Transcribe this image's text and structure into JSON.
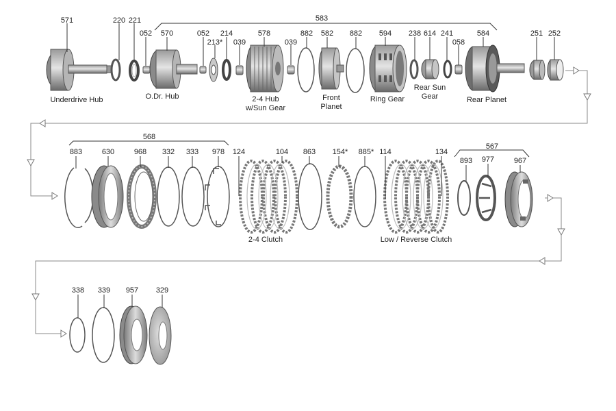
{
  "colors": {
    "metal_light": "#d9d9d9",
    "metal_mid": "#a9a9a9",
    "metal_dark": "#5f5f5f",
    "line": "#444444",
    "flow": "#8a8a8a"
  },
  "row1": {
    "parts": {
      "p571": "571",
      "p220": "220",
      "p221": "221",
      "p052a": "052",
      "p570": "570",
      "p052b": "052",
      "p213": "213*",
      "p214": "214",
      "p039a": "039",
      "p578": "578",
      "p039b": "039",
      "p882a": "882",
      "p582": "582",
      "p882b": "882",
      "p594": "594",
      "p238": "238",
      "p614": "614",
      "p241": "241",
      "p058": "058",
      "p584": "584",
      "p583": "583",
      "p251": "251",
      "p252": "252"
    },
    "captions": {
      "underdrive_hub": "Underdrive Hub",
      "odr_hub": "O.Dr. Hub",
      "hub24_l1": "2-4 Hub",
      "hub24_l2": "w/Sun  Gear",
      "front_l1": "Front",
      "front_l2": "Planet",
      "ring_gear": "Ring Gear",
      "rearsun_l1": "Rear Sun",
      "rearsun_l2": "Gear",
      "rear_planet": "Rear Planet"
    }
  },
  "row2": {
    "parts": {
      "p568": "568",
      "p883": "883",
      "p630": "630",
      "p968": "968",
      "p332": "332",
      "p333": "333",
      "p978": "978",
      "p124": "124",
      "p104": "104",
      "p863": "863",
      "p154": "154*",
      "p885": "885*",
      "p114": "114",
      "p134": "134",
      "p567": "567",
      "p893": "893",
      "p977": "977",
      "p967": "967"
    },
    "captions": {
      "clutch24": "2-4 Clutch",
      "low_reverse": "Low / Reverse  Clutch"
    }
  },
  "row3": {
    "parts": {
      "p338": "338",
      "p339": "339",
      "p957": "957",
      "p329": "329"
    }
  }
}
